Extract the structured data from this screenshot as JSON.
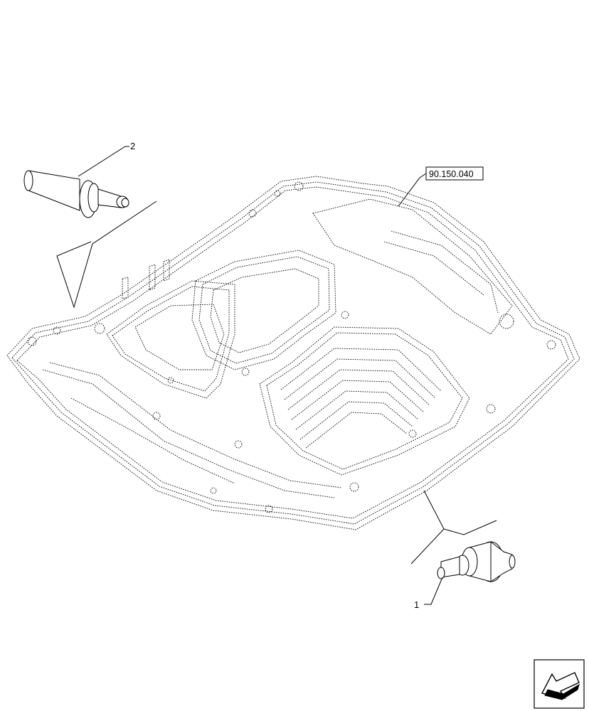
{
  "callouts": {
    "part_1": "1",
    "part_2": "2",
    "reference": "90.150.040"
  },
  "icons": {
    "navigation": "next-page-arrow-icon"
  }
}
